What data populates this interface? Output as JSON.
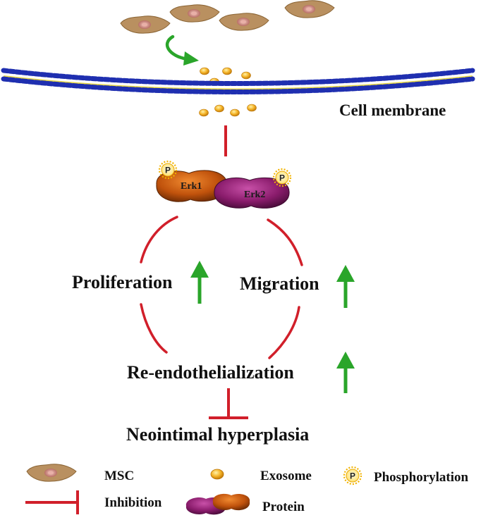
{
  "labels": {
    "cell_membrane": "Cell membrane",
    "erk1": "Erk1",
    "erk2": "Erk2",
    "phospho_mark": "P",
    "proliferation": "Proliferation",
    "migration": "Migration",
    "re_endothelialization": "Re-endothelialization",
    "neointimal_hyperplasia": "Neointimal hyperplasia"
  },
  "legend": {
    "msc": "MSC",
    "exosome": "Exosome",
    "phosphorylation": "Phosphorylation",
    "inhibition": "Inhibition",
    "protein": "Protein",
    "phospho_mark": "P"
  },
  "colors": {
    "inhibition": "#d11f2a",
    "increase_arrow": "#2aa52a",
    "membrane_head": "#1f2fb0",
    "membrane_tail": "#e8d84a",
    "exosome": "#f0a818",
    "erk1": "#c55a10",
    "erk2": "#8e1e70",
    "msc_cell": "#b99060",
    "msc_nucleus": "#c98a84",
    "phospho_fill": "#fff3a0",
    "phospho_ring": "#f0b400"
  }
}
